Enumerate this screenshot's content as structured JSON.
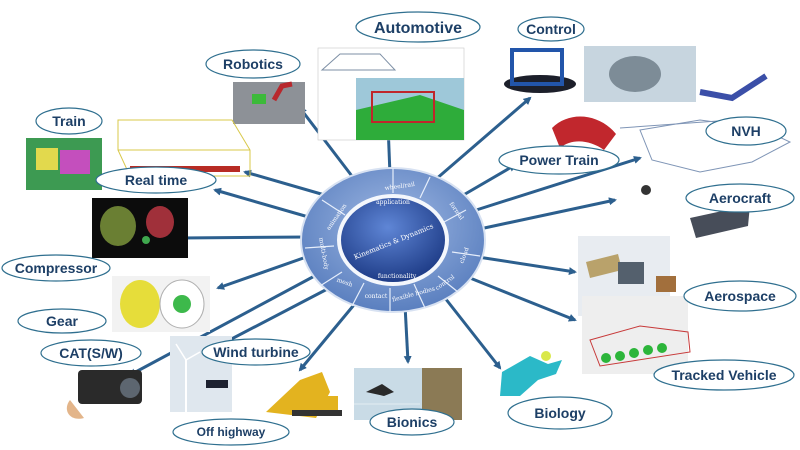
{
  "hub": {
    "core": "Kinematics & Dynamics",
    "ring_labels": [
      "wheel/rail",
      "application",
      "animation",
      "formal",
      "cloud",
      "mesh",
      "contact",
      "flexible bodies",
      "control",
      "functionality",
      "multi-body"
    ]
  },
  "labels": {
    "automotive": "Automotive",
    "robotics": "Robotics",
    "control": "Control",
    "train": "Train",
    "nvh": "NVH",
    "power_train": "Power Train",
    "real_time": "Real time",
    "aerocraft": "Aerocraft",
    "compressor": "Compressor",
    "gear": "Gear",
    "aerospace": "Aerospace",
    "cat": "CAT(S/W)",
    "wind_turbine": "Wind turbine",
    "tracked_vehicle": "Tracked Vehicle",
    "biology": "Biology",
    "bionics": "Bionics",
    "off_highway": "Off highway"
  },
  "colors": {
    "arrow": "#2c5f8e",
    "hub_outer": "#6f93c9",
    "hub_inner": "#2e4f9e",
    "label_text": "#1d3f66"
  }
}
